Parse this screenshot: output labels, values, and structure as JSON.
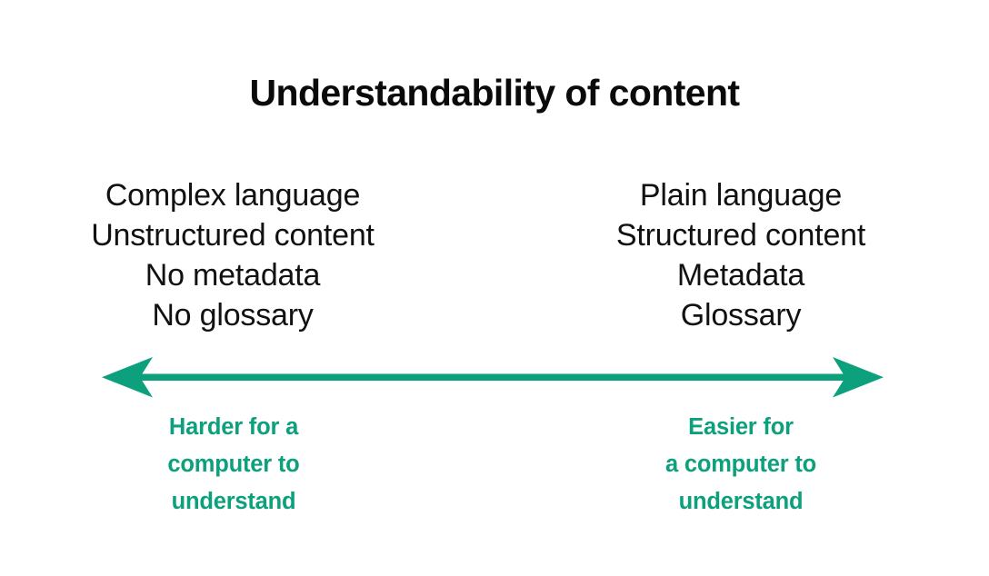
{
  "figure": {
    "title": "Understandability of content",
    "background_color": "#ffffff",
    "text_color": "#111111",
    "accent_color": "#0DA07D"
  },
  "left_column": {
    "lines": [
      "Complex language",
      "Unstructured content",
      "No metadata",
      "No glossary"
    ]
  },
  "right_column": {
    "lines": [
      "Plain language",
      "Structured content",
      "Metadata",
      "Glossary"
    ]
  },
  "arrow": {
    "name": "double-headed-horizontal-arrow",
    "color": "#0DA07D",
    "direction": "bidirectional"
  },
  "left_caption": {
    "lines": [
      "Harder for a",
      "computer to",
      "understand"
    ]
  },
  "right_caption": {
    "lines": [
      "Easier for",
      "a computer to",
      "understand"
    ]
  }
}
